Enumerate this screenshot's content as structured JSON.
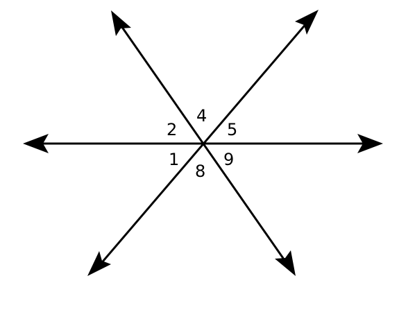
{
  "diagram": {
    "description_labels": {
      "angle_1": "1",
      "angle_2": "2",
      "angle_4": "4",
      "angle_5": "5",
      "angle_8": "8",
      "angle_9": "9"
    },
    "colors": {
      "stroke": "#000000",
      "background": "#ffffff"
    }
  }
}
